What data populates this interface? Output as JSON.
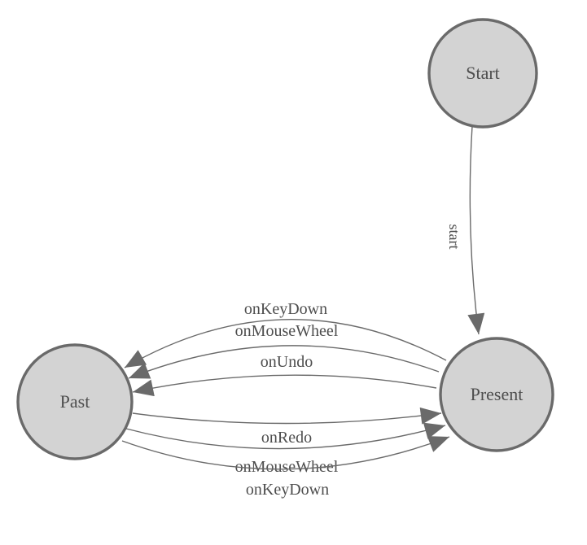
{
  "diagram": {
    "type": "state-machine",
    "colors": {
      "background": "#ffffff",
      "node_fill": "#d3d3d3",
      "node_border": "#6a6a6a",
      "edge_stroke": "#6a6a6a",
      "arrowhead": "#6a6a6a",
      "text": "#4d4d4d"
    },
    "nodes": [
      {
        "id": "start",
        "label": "Start"
      },
      {
        "id": "past",
        "label": "Past"
      },
      {
        "id": "present",
        "label": "Present"
      }
    ],
    "edges": [
      {
        "from": "Start",
        "to": "Present",
        "label": "start"
      },
      {
        "from": "Present",
        "to": "Past",
        "label": "onKeyDown"
      },
      {
        "from": "Present",
        "to": "Past",
        "label": "onMouseWheel"
      },
      {
        "from": "Present",
        "to": "Past",
        "label": "onUndo"
      },
      {
        "from": "Past",
        "to": "Present",
        "label": "onRedo"
      },
      {
        "from": "Past",
        "to": "Present",
        "label": "onMouseWheel"
      },
      {
        "from": "Past",
        "to": "Present",
        "label": "onKeyDown"
      }
    ]
  }
}
